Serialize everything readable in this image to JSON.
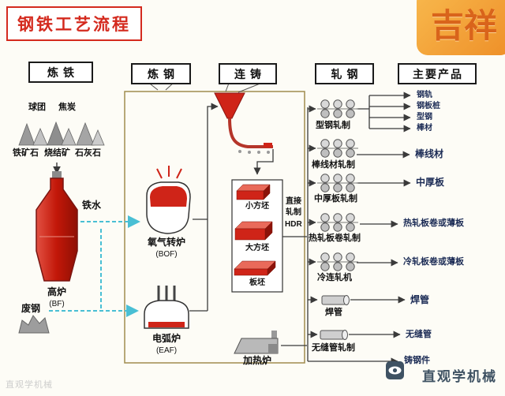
{
  "title": "钢铁工艺流程",
  "decor": {
    "corner_seal": "吉祥",
    "footer_watermark": "直观学机械",
    "brand_name": "直观学机械"
  },
  "headers": {
    "ironmaking": "炼铁",
    "steelmaking": "炼钢",
    "continuous_casting": "连铸",
    "rolling": "轧钢",
    "main_products": "主要产品"
  },
  "ironmaking": {
    "pellet": "球团",
    "coke": "焦炭",
    "iron_ore": "铁矿石",
    "sinter": "烧结矿",
    "limestone": "石灰石",
    "molten_iron": "铁水",
    "blast_furnace": "高炉",
    "blast_furnace_abbr": "(BF)",
    "scrap_steel": "废钢"
  },
  "steelmaking": {
    "bof": "氧气转炉",
    "bof_abbr": "(BOF)",
    "eaf": "电弧炉",
    "eaf_abbr": "(EAF)"
  },
  "casting": {
    "billet": "小方坯",
    "bloom": "大方坯",
    "slab": "板坯",
    "direct_rolling_line1": "直接",
    "direct_rolling_line2": "轧制",
    "direct_rolling_line3": "HDR",
    "reheating_furnace": "加热炉"
  },
  "rolling": {
    "section_mill": "型钢轧制",
    "bar_wire_mill": "棒线材轧制",
    "plate_mill": "中厚板轧制",
    "hot_strip_mill": "热轧板卷轧制",
    "cold_tandem_mill": "冷连轧机",
    "welded_pipe_mill": "焊管",
    "seamless_pipe_mill": "无缝管轧制"
  },
  "products": {
    "rail": "钢轨",
    "sheet_pile": "钢板桩",
    "section_steel": "型钢",
    "bar": "棒材",
    "bar_wire": "棒线材",
    "medium_plate": "中厚板",
    "hot_rolled_coil": "热轧板卷或薄板",
    "cold_rolled_coil": "冷轧板卷或薄板",
    "welded_pipe": "焊管",
    "seamless_pipe": "无缝管",
    "steel_casting": "铸钢件"
  },
  "colors": {
    "accent_red": "#d42a1e",
    "furnace_red": "#cf2418",
    "flow_dash_cyan": "#49bfd4",
    "box_border_olive": "#a08b4f",
    "brand_gray_blue": "#3f5263",
    "seal_orange": "#ee8a1e"
  }
}
